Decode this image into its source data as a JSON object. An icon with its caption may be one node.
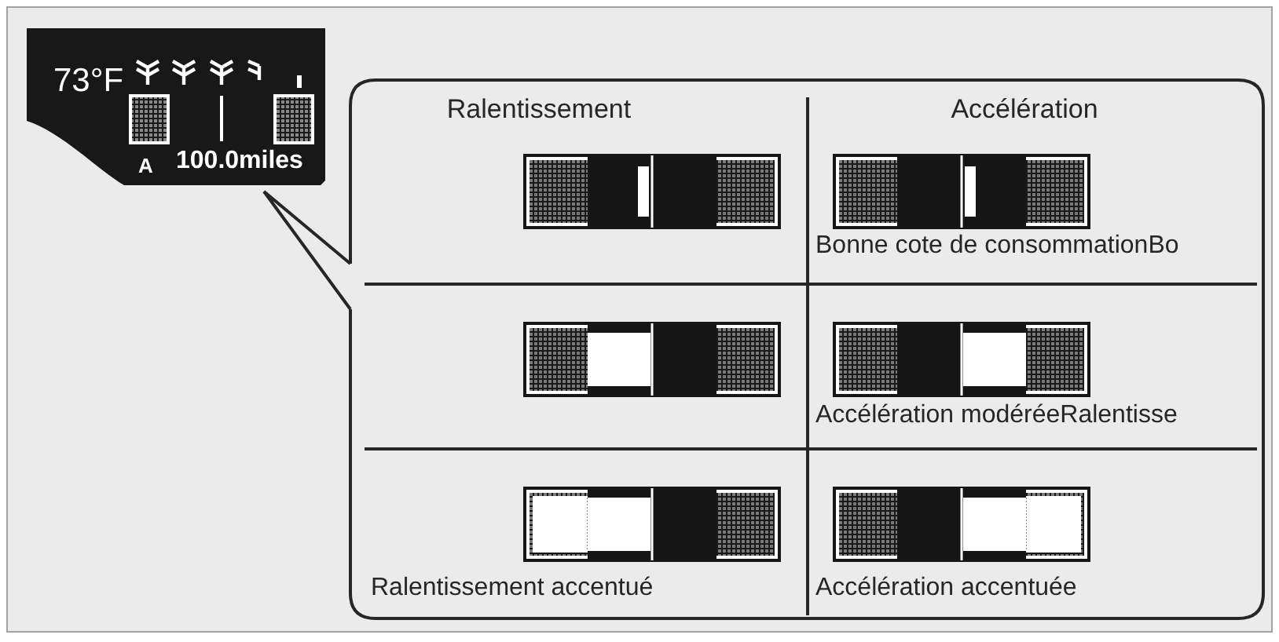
{
  "diagram": {
    "nodes": [
      {
        "text": [
          "73°F",
          "A",
          "100.0miles"
        ]
      },
      {
        "text": [],
        "shape": "box"
      }
    ],
    "edges": [
      {
        "from": 1,
        "to": 0,
        "arrow": "none"
      }
    ],
    "labels": [
      "Ralentissement",
      "Accélération",
      "Bonne cote de consommationBo",
      "Accélération modéréeRalentisse",
      "Ralentissement accentué",
      "Accélération accentuée"
    ]
  }
}
